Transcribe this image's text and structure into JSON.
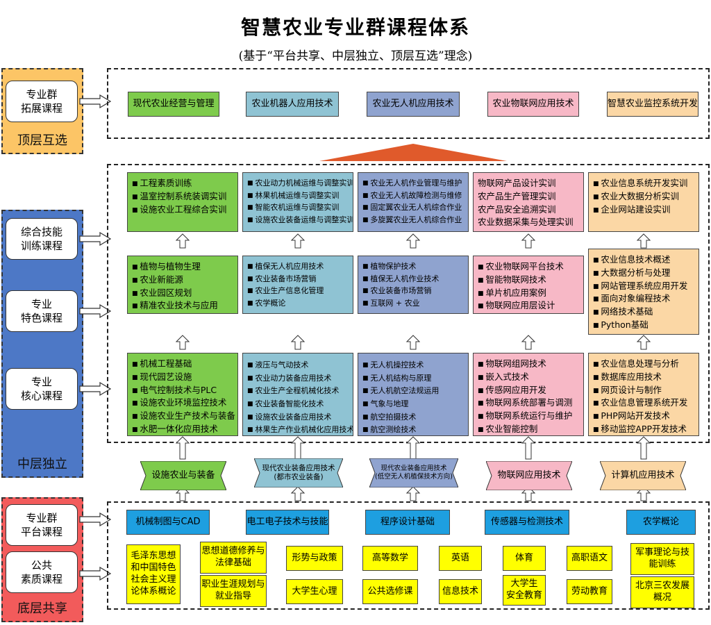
{
  "title": "智慧农业专业群课程体系",
  "subtitle": "(基于“平台共享、中层独立、顶层互选”理念)",
  "bands": {
    "top": "顶层互选",
    "middle": "中层独立",
    "bottom": "底层共享"
  },
  "categories": {
    "expand": "专业群\n拓展课程",
    "training": "综合技能\n训练课程",
    "feature": "专业\n特色课程",
    "core": "专业\n核心课程",
    "platform": "专业群\n平台课程",
    "public": "公共\n素质课程"
  },
  "top_courses": [
    "现代农业经营与管理",
    "农业机器人应用技术",
    "农业无人机应用技术",
    "农业物联网应用技术",
    "智慧农业监控系统开发"
  ],
  "training": [
    [
      "工程素质训练",
      "温室控制系统装调实训",
      "设施农业工程综合实训"
    ],
    [
      "农业动力机械运维与调整实训",
      "林果机械运维与调整实训",
      "智能农机运维与调整实训",
      "设施农业装备运维与调整实训"
    ],
    [
      "农业无人机作业管理与维护",
      "农业无人机故障检测与维修",
      "固定翼农业无人机综合作业",
      "多旋翼农业无人机综合作业"
    ],
    [
      "物联网产品设计实训",
      "农产品生产管理实训",
      "农产品安全追溯实训",
      "农业数据采集与处理实训"
    ],
    [
      "农业信息系统开发实训",
      "农业大数据分析实训",
      "企业网站建设实训"
    ]
  ],
  "feature": [
    [
      "植物与植物生理",
      "农业新能源",
      "农业园区规划",
      "精准农业技术与应用"
    ],
    [
      "植保无人机应用技术",
      "农业装备市场营销",
      "农业生产信息化管理",
      "农学概论"
    ],
    [
      "植物保护技术",
      "植保无人机作业技术",
      "农业装备市场营销",
      "互联网 + 农业"
    ],
    [
      "农业物联网平台技术",
      "智能物联网技术",
      "单片机应用案例",
      "物联网应用层设计"
    ],
    [
      "农业信息技术概述",
      "大数据分析与处理",
      "网站管理系统应用开发",
      "面向对象编程技术",
      "网络技术基础",
      "Python基础"
    ]
  ],
  "core": [
    [
      "机械工程基础",
      "现代园艺设施",
      "电气控制技术与PLC",
      "设施农业环境监控技术",
      "设施农业生产技术与装备",
      "水肥一体化应用技术"
    ],
    [
      "液压与气动技术",
      "农业动力装备应用技术",
      "农业生产全程机械化技术",
      "农业装备智能化技术",
      "设施农业装备应用技术",
      "林果生产作业机械化应用技术"
    ],
    [
      "无人机操控技术",
      "无人机结构与原理",
      "无人机航空法规运用",
      "气象与地理",
      "航空拍摄技术",
      "航空测绘技术"
    ],
    [
      "物联网组网技术",
      "嵌入式技术",
      "传感网应用开发",
      "物联网系统部署与调测",
      "物联网系统运行与维护",
      "农业智能控制"
    ],
    [
      "农业信息处理与分析",
      "数据库应用技术",
      "网页设计与制作",
      "农业信息管理系统开发",
      "PHP网站开发技术",
      "移动监控APP开发技术"
    ]
  ],
  "majors": [
    "设施农业与装备",
    "现代农业装备应用技术\n(都市农业装备)",
    "现代农业装备应用技术\n(低空无人机植保技术方向)",
    "物联网应用技术",
    "计算机应用技术"
  ],
  "platform_courses": [
    "机械制图与CAD",
    "电工电子技术与技能",
    "程序设计基础",
    "传感器与检测技术",
    "农学概论"
  ],
  "public_courses": {
    "c1": "毛泽东思想\n和中国特色\n社会主义理\n论体系概论",
    "c2a": "思想道德修养与\n法律基础",
    "c2b": "职业生涯规划与\n就业指导",
    "c3a": "形势与政策",
    "c3b": "大学生心理",
    "c4a": "高等数学",
    "c4b": "公共选修课",
    "c5a": "英语",
    "c5b": "信息技术",
    "c6a": "体育",
    "c6b": "大学生\n安全教育",
    "c7a": "高职语文",
    "c7b": "劳动教育",
    "c8a": "军事理论与技\n能训练",
    "c8b": "北京三农发展\n概况"
  },
  "colors": {
    "top_band": "#fcc566",
    "middle_band": "#4d78c6",
    "bottom_band": "#f25b5b",
    "green": "#7ecb4c",
    "teal": "#8fc3d3",
    "purple": "#8fa3cf",
    "pink": "#f7b8c6",
    "peach": "#fbd7a5",
    "platform_blue": "#1e9fe0",
    "public_yellow": "#ffff00",
    "top_arrow": "#e05a2b"
  }
}
